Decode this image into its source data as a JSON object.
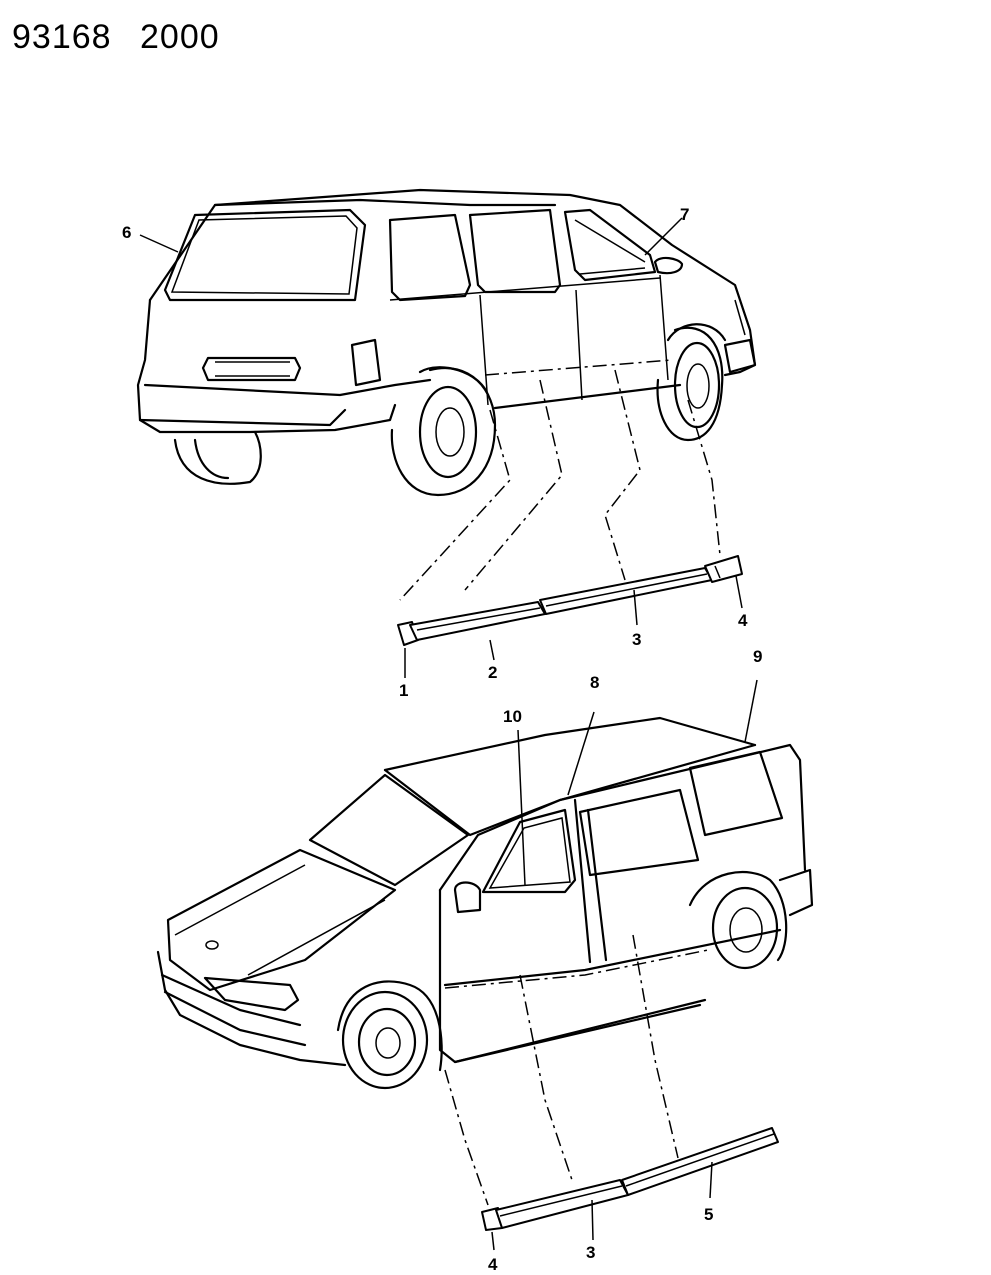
{
  "header": {
    "part_number": "93168",
    "code": "2000"
  },
  "callouts": {
    "c1": "1",
    "c2": "2",
    "c3_top": "3",
    "c4_top": "4",
    "c6": "6",
    "c7": "7",
    "c8": "8",
    "c9": "9",
    "c10": "10",
    "c4_bottom": "4",
    "c3_bottom": "3",
    "c5": "5"
  }
}
